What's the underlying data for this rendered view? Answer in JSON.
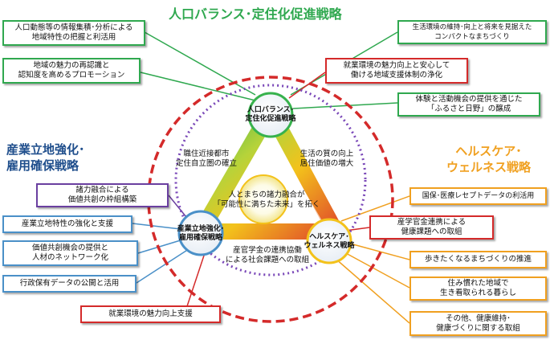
{
  "headings": {
    "top": "人口バランス･定住化促進戦略",
    "left": "産業立地強化･\n雇用確保戦略",
    "right": "ヘルスケア･\nウェルネス戦略"
  },
  "nodes": {
    "top": "人口バランス･\n定住化促進戦略",
    "left": "産業立地強化･\n雇用確保戦略",
    "right": "ヘルスケア･\nウェルネス戦略"
  },
  "center": {
    "core": "人とまちの諸力融合が\n「可能性に満ちた未来」を拓く",
    "left_edge": "職住近接都市\n定住自立圏の確立",
    "right_edge": "生活の質の向上\n居住価値の増大",
    "bottom_edge": "産官学金の連携協働\nによる社会課題への取組"
  },
  "boxes": {
    "top_left_1": "人口動態等の情報集積･分析による\n地域特性の把握と利活用",
    "top_left_2": "地域の魅力の再認識と\n認知度を高めるプロモーション",
    "top_right_1": "生活環境の維持･向上と将来を見据えた\nコンパクトなまちづくり",
    "top_right_2": "就業環境の魅力向上と安心して\n働ける地域支援体制の浄化",
    "top_right_3": "体験と活動機会の提供を通じた\n「ふるさと日野」の醸成",
    "left_1": "諸力融合による\n価値共創の枠組構築",
    "left_2": "産業立地特性の強化と支援",
    "left_3": "価値共創機会の提供と\n人材のネットワーク化",
    "left_4": "行政保有データの公開と活用",
    "bottom": "就業環境の魅力向上支援",
    "right_1": "国保･医療レセプトデータの利活用",
    "right_2": "産学官金連携による\n健康課題への取組",
    "right_3": "歩きたくなるまちづくりの推進",
    "right_4": "住み慣れた地域で\n生き看取られる暮らし",
    "right_5": "その他、健康維持･\n健康づくりに関する取組"
  },
  "colors": {
    "green": "#2fa84f",
    "red": "#d42a2a",
    "blue": "#4a90c8",
    "purple": "#6a3fa0",
    "orange": "#f0a020",
    "heading_blue": "#1f4e8c"
  }
}
